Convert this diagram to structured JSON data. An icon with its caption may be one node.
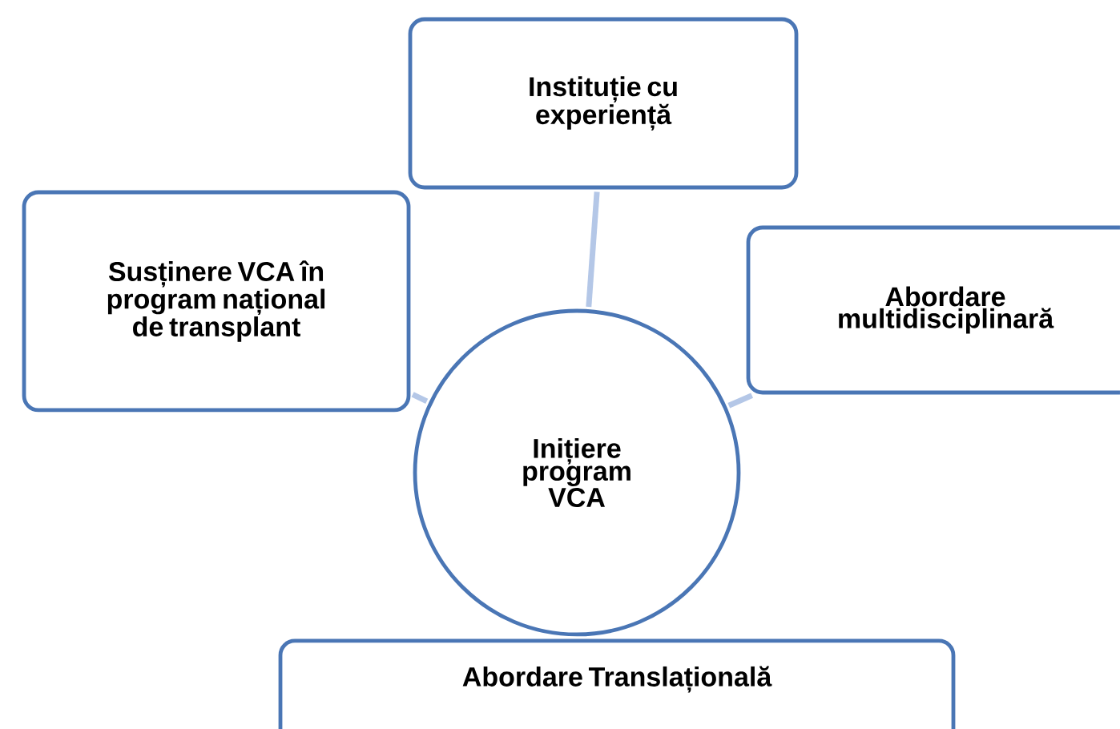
{
  "diagram": {
    "nodes": [
      {
        "text": [
          "Instituție cu experiență"
        ]
      },
      {
        "text": [
          "Susținere VCA în program național de transplant"
        ]
      },
      {
        "text": [
          "Abordare multidisciplinară"
        ]
      },
      {
        "text": [
          "Inițiere program VCA"
        ]
      },
      {
        "text": [
          "Abordare Translațională"
        ]
      }
    ],
    "edges": [
      {
        "from": 0,
        "to": 3,
        "arrow": "none"
      },
      {
        "from": 1,
        "to": 3,
        "arrow": "none"
      },
      {
        "from": 2,
        "to": 3,
        "arrow": "none"
      }
    ]
  }
}
